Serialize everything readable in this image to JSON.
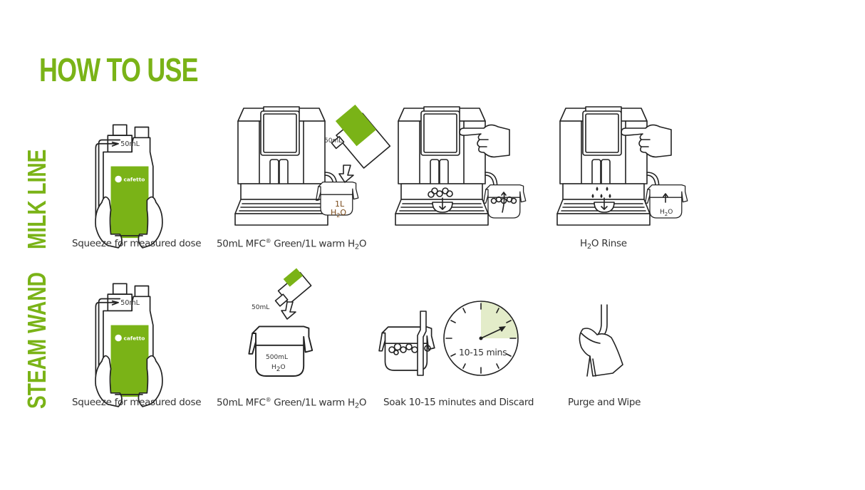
{
  "header": {
    "title": "HOW TO USE"
  },
  "colors": {
    "brand_green": "#7ab317",
    "text": "#333333",
    "clock_fill": "#e3ecc9",
    "water_label_brown": "#7a4a1a"
  },
  "sections": [
    {
      "label": "MILK LINE",
      "steps": [
        {
          "illustration": "squeeze-bottle-illustration",
          "dose_label": "50mL",
          "brand": "cafetto",
          "caption": "Squeeze for measured dose"
        },
        {
          "illustration": "coffee-machine-pour-illustration",
          "dose_label": "50mL",
          "jug_label_line1": "1L",
          "jug_label_line2": "H",
          "jug_label_sub": "2",
          "jug_label_end": "O",
          "caption_pre": "50mL MFC",
          "caption_reg": "®",
          "caption_mid": " Green/1L warm H",
          "caption_sub": "2",
          "caption_end": "O"
        },
        {
          "illustration": "coffee-machine-clean-cycle-illustration",
          "caption": ""
        },
        {
          "illustration": "coffee-machine-rinse-illustration",
          "jug_label_pre": "H",
          "jug_label_sub": "2",
          "jug_label_end": "O",
          "caption_pre": "H",
          "caption_sub": "2",
          "caption_end": "O Rinse"
        }
      ]
    },
    {
      "label": "STEAM WAND",
      "steps": [
        {
          "illustration": "squeeze-bottle-illustration",
          "dose_label": "50mL",
          "brand": "cafetto",
          "caption": "Squeeze for measured dose"
        },
        {
          "illustration": "pour-into-jug-illustration",
          "dose_label": "50mL",
          "jug_label_line1": "500mL",
          "jug_label_pre": "H",
          "jug_label_sub": "2",
          "jug_label_end": "O",
          "caption_pre": "50mL MFC",
          "caption_reg": "®",
          "caption_mid": " Green/1L warm H",
          "caption_sub": "2",
          "caption_end": "O"
        },
        {
          "illustration": "soak-with-clock-illustration",
          "clock_label": "10-15 mins",
          "caption": "Soak 10-15 minutes and Discard"
        },
        {
          "illustration": "purge-and-wipe-illustration",
          "caption": "Purge and Wipe"
        }
      ]
    }
  ]
}
